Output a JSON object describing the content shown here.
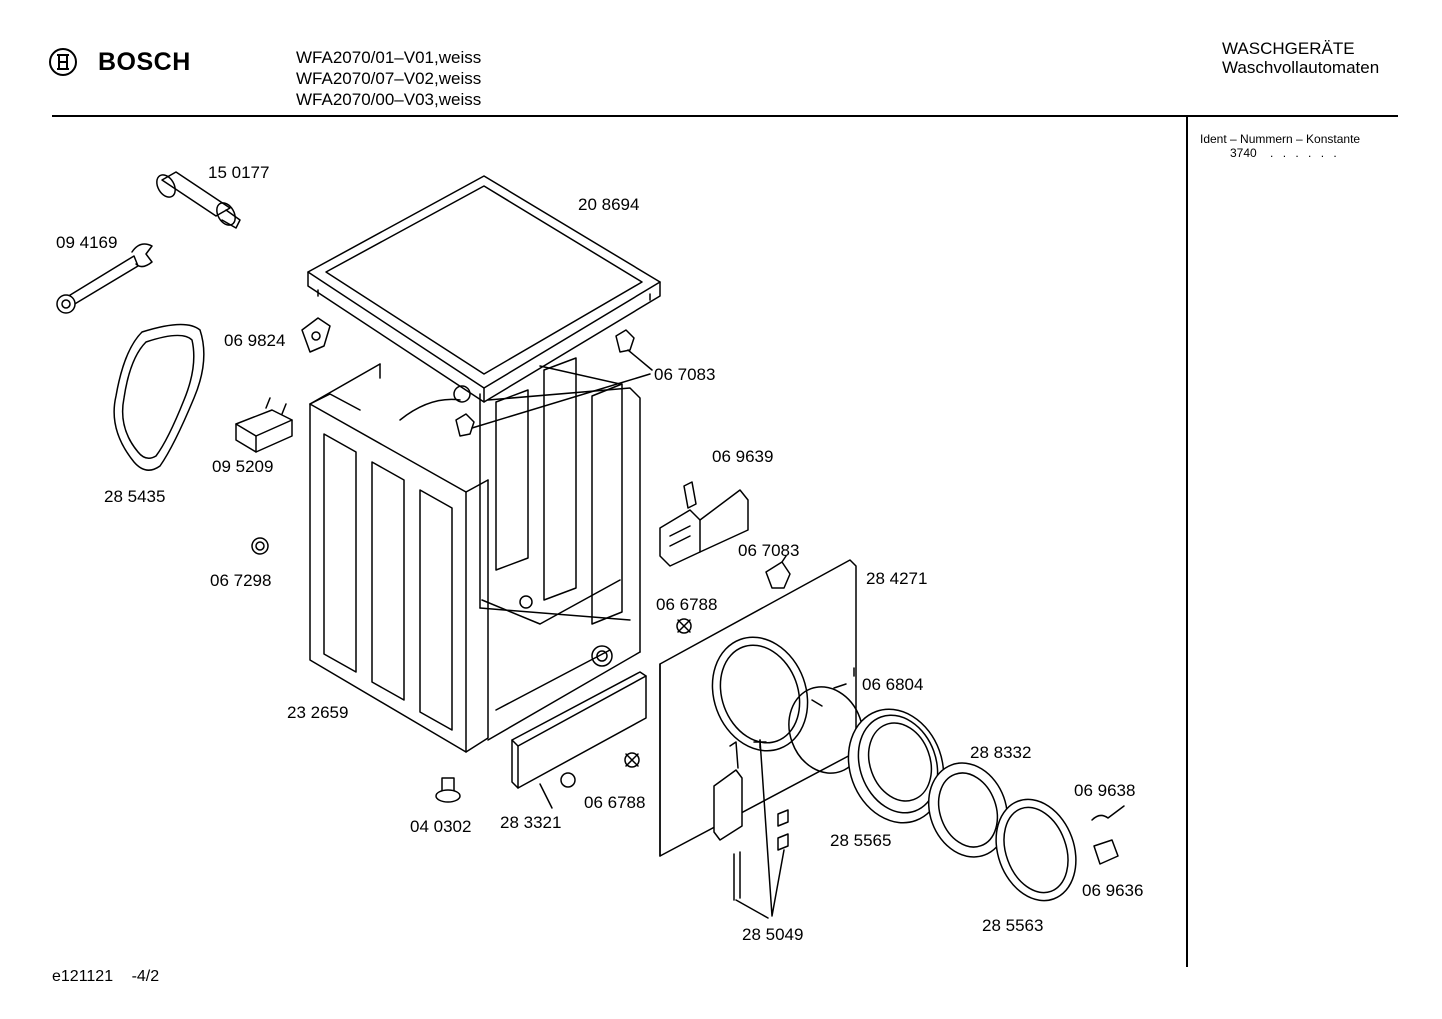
{
  "header": {
    "brand": "BOSCH",
    "logo_icon": "bosch-armature-icon",
    "models": [
      "WFA2070/01–V01,weiss",
      "WFA2070/07–V02,weiss",
      "WFA2070/00–V03,weiss"
    ],
    "category_line1": "WASCHGERÄTE",
    "category_line2": "Waschvollautomaten"
  },
  "side_panel": {
    "ident_label": "Ident – Nummern – Konstante",
    "ident_value": "3740",
    "ident_dots": ". .   . . . ."
  },
  "footer": {
    "doc_id": "e121121",
    "page": "-4/2"
  },
  "parts": [
    {
      "id": "150177",
      "label": "15 0177"
    },
    {
      "id": "208694",
      "label": "20 8694"
    },
    {
      "id": "094169",
      "label": "09 4169"
    },
    {
      "id": "069824",
      "label": "06 9824"
    },
    {
      "id": "067083a",
      "label": "06 7083"
    },
    {
      "id": "095209",
      "label": "09 5209"
    },
    {
      "id": "285435",
      "label": "28 5435"
    },
    {
      "id": "069639",
      "label": "06 9639"
    },
    {
      "id": "067083b",
      "label": "06 7083"
    },
    {
      "id": "067298",
      "label": "06 7298"
    },
    {
      "id": "284271",
      "label": "28 4271"
    },
    {
      "id": "066788a",
      "label": "06 6788"
    },
    {
      "id": "066804",
      "label": "06 6804"
    },
    {
      "id": "232659",
      "label": "23 2659"
    },
    {
      "id": "288332",
      "label": "28 8332"
    },
    {
      "id": "069638",
      "label": "06 9638"
    },
    {
      "id": "040302",
      "label": "04 0302"
    },
    {
      "id": "283321",
      "label": "28 3321"
    },
    {
      "id": "066788b",
      "label": "06 6788"
    },
    {
      "id": "285565",
      "label": "28 5565"
    },
    {
      "id": "069636",
      "label": "06 9636"
    },
    {
      "id": "285563",
      "label": "28 5563"
    },
    {
      "id": "285049",
      "label": "28 5049"
    }
  ]
}
